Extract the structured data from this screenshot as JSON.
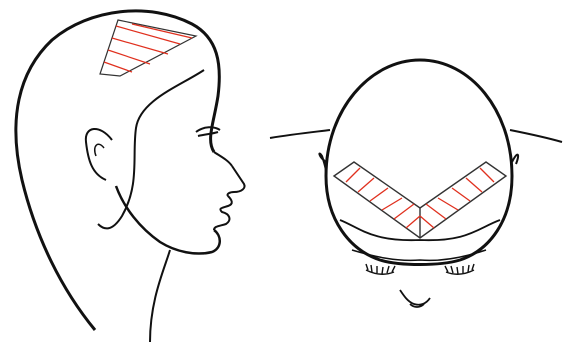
{
  "diagram": {
    "figures": [
      {
        "id": "side-profile",
        "view": "side"
      },
      {
        "id": "top-view",
        "view": "top"
      }
    ],
    "colors": {
      "outline": "#111111",
      "section_stroke": "#333333",
      "section_lines": "#e0301e",
      "background": "#ffffff"
    }
  }
}
